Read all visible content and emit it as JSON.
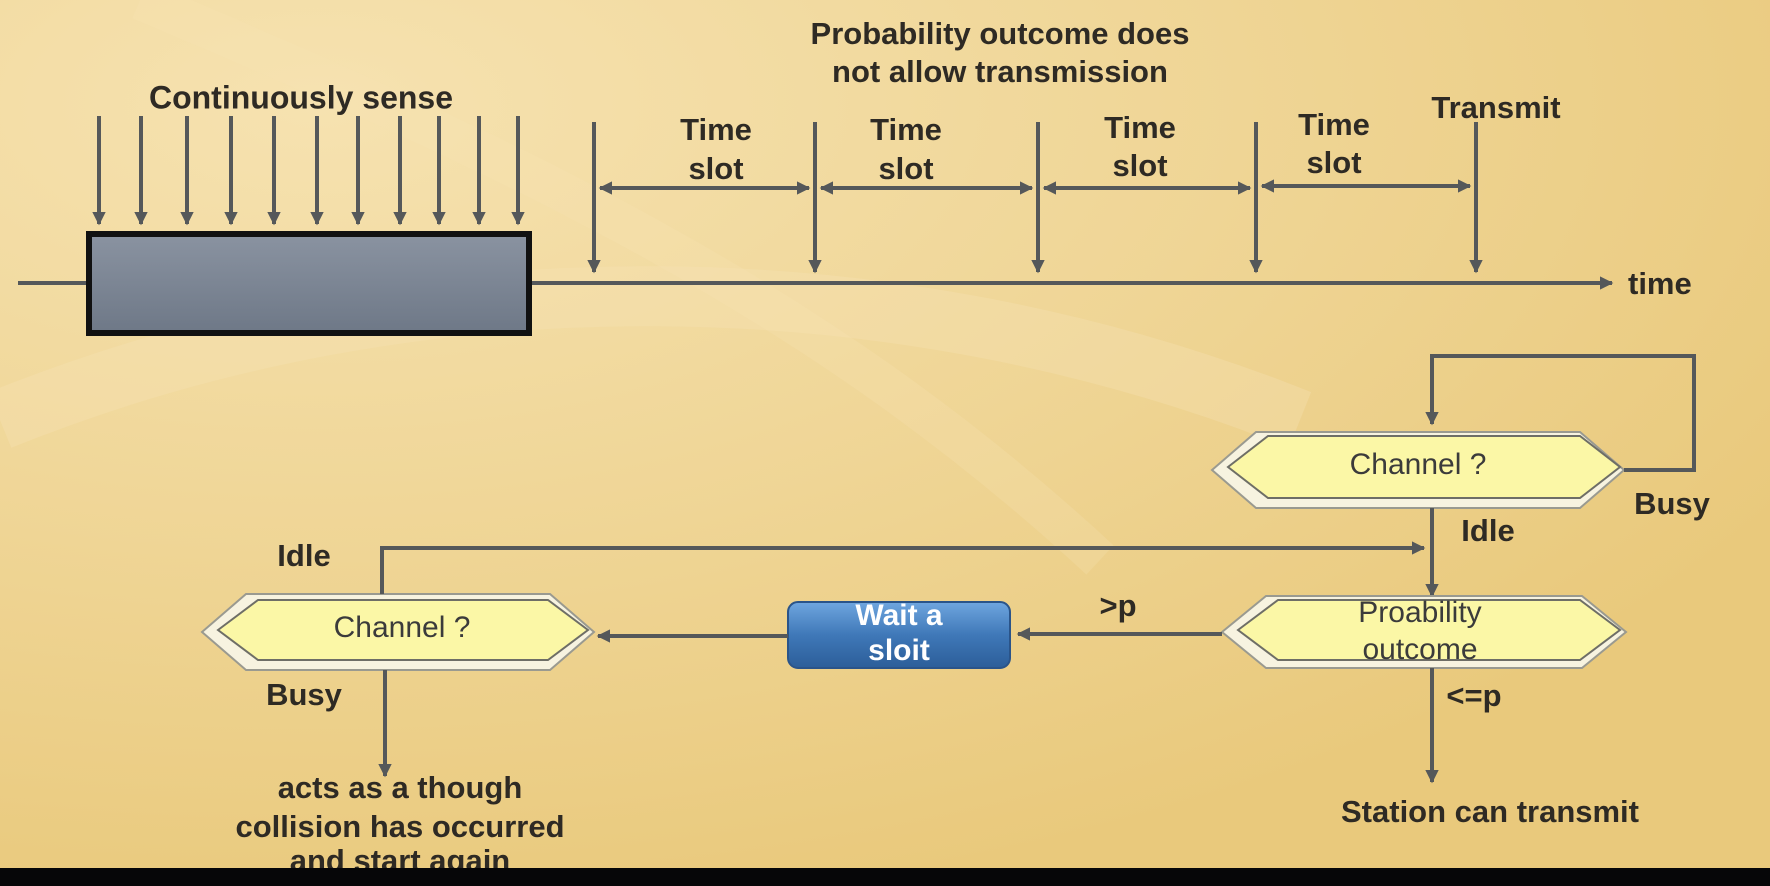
{
  "timeline": {
    "header_line1": "Probability outcome does",
    "header_line2": "not allow transmission",
    "sense_label": "Continuously sense",
    "slots": [
      {
        "line1": "Time",
        "line2": "slot"
      },
      {
        "line1": "Time",
        "line2": "slot"
      },
      {
        "line1": "Time",
        "line2": "slot"
      },
      {
        "line1": "Time",
        "line2": "slot"
      }
    ],
    "transmit_label": "Transmit",
    "axis_label": "time"
  },
  "flow": {
    "top_channel": "Channel ?",
    "busy_right": "Busy",
    "idle_right": "Idle",
    "probability_line1": "Proability",
    "probability_line2": "outcome",
    "gt_p": ">p",
    "le_p": "<=p",
    "station_transmit": "Station can transmit",
    "wait_line1": "Wait a",
    "wait_line2": "sloit",
    "left_channel": "Channel ?",
    "idle_left": "Idle",
    "busy_left": "Busy",
    "collision_line1": "acts as a though",
    "collision_line2": "collision has occurred",
    "collision_line3": "and start again"
  },
  "colors": {
    "background": "#f0d79a",
    "arrow": "#55585a",
    "hexagon_fill": "#fbf7a6",
    "wait_button": "#3f78b8",
    "sense_box": "#7d8796"
  }
}
